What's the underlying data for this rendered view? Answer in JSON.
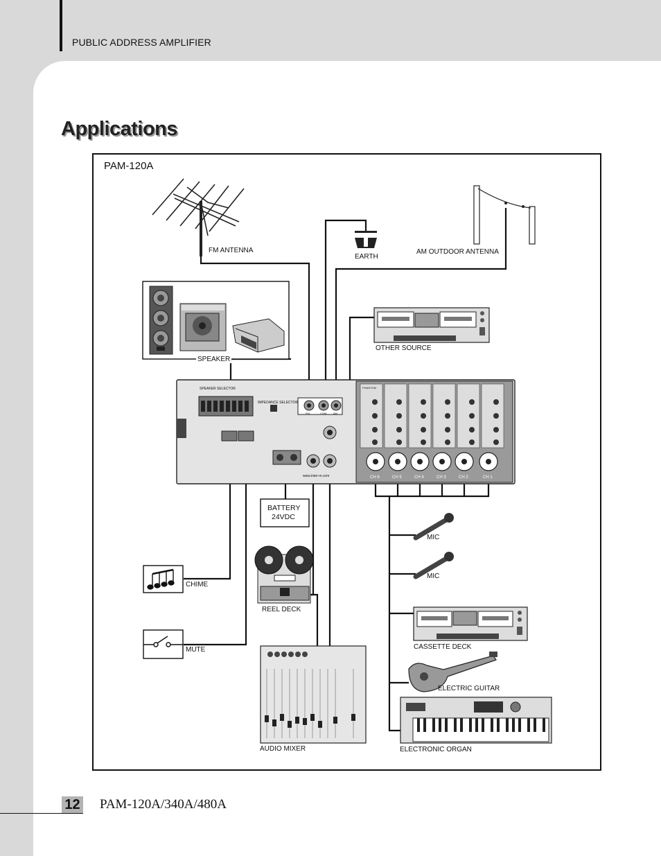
{
  "header": {
    "section_title": "PUBLIC ADDRESS AMPLIFIER"
  },
  "page": {
    "heading": "Applications",
    "number": "12",
    "model_footer": "PAM-120A/340A/480A"
  },
  "diagram": {
    "model": "PAM-120A",
    "labels": {
      "fm_antenna": "FM ANTENNA",
      "earth": "EARTH",
      "am_outdoor_antenna": "AM OUTDOOR ANTENNA",
      "speaker": "SPEAKER",
      "other_source": "OTHER SOURCE",
      "battery_line1": "BATTERY",
      "battery_line2": "24VDC",
      "chime": "CHIME",
      "mute": "MUTE",
      "reel_deck": "REEL DECK",
      "audio_mixer": "AUDIO MIXER",
      "mic_1": "MIC",
      "mic_2": "MIC",
      "cassette_deck": "CASSETTE DECK",
      "electric_guitar": "ELECTRIC GUITAR",
      "electronic_organ": "ELECTRONIC ORGAN"
    },
    "amp_panel": {
      "speaker_selector": "SPEAKER SELECTOR",
      "impedance_selector": "IMPEDANCE SELECTOR",
      "website": "www.inter-m.com",
      "channels": [
        "CH 6",
        "CH 5",
        "CH 4",
        "CH 3",
        "CH 2",
        "CH 1"
      ],
      "tuner_jacks": [
        "FM",
        "COM",
        "AM"
      ],
      "phantom": "PHANTOM"
    }
  }
}
